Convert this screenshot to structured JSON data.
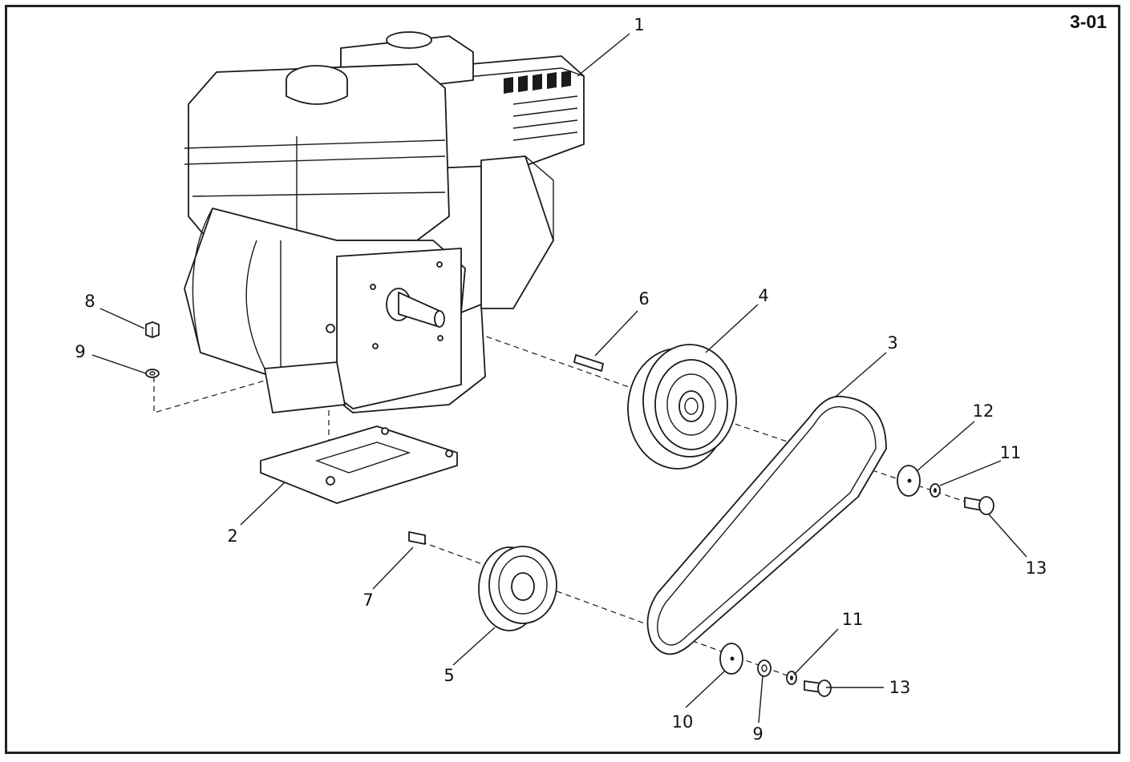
{
  "page_code": "3-01",
  "callouts": [
    {
      "id": "c1",
      "text": "1"
    },
    {
      "id": "c2",
      "text": "2"
    },
    {
      "id": "c3",
      "text": "3"
    },
    {
      "id": "c4",
      "text": "4"
    },
    {
      "id": "c5",
      "text": "5"
    },
    {
      "id": "c6",
      "text": "6"
    },
    {
      "id": "c7",
      "text": "7"
    },
    {
      "id": "c8",
      "text": "8"
    },
    {
      "id": "c9a",
      "text": "9"
    },
    {
      "id": "c9b",
      "text": "9"
    },
    {
      "id": "c10",
      "text": "10"
    },
    {
      "id": "c11a",
      "text": "11"
    },
    {
      "id": "c11b",
      "text": "11"
    },
    {
      "id": "c12",
      "text": "12"
    },
    {
      "id": "c13a",
      "text": "13"
    },
    {
      "id": "c13b",
      "text": "13"
    }
  ]
}
